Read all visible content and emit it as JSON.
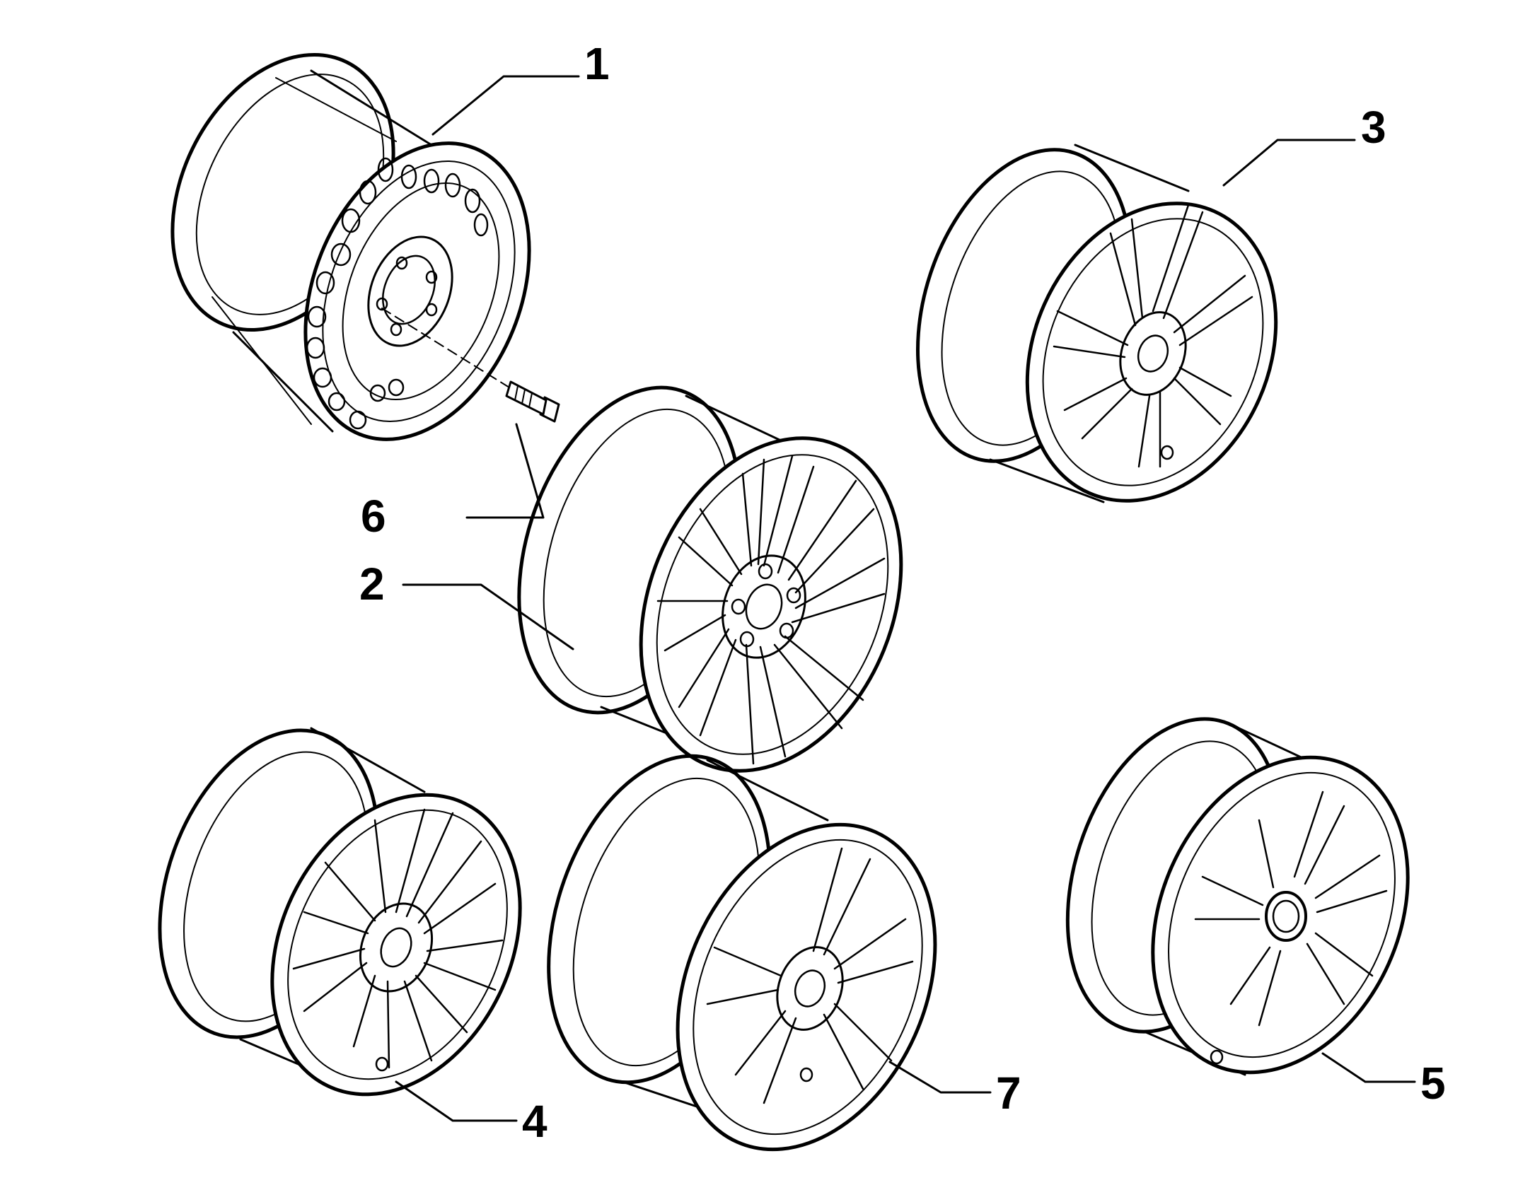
{
  "diagram": {
    "background": "#ffffff",
    "line_color": "#000000",
    "callouts": [
      {
        "number": "1",
        "part": "steel-wheel-rim"
      },
      {
        "number": "2",
        "part": "alloy-wheel-10-spoke"
      },
      {
        "number": "3",
        "part": "alloy-wheel-7-double-spoke"
      },
      {
        "number": "4",
        "part": "alloy-wheel-multi-spoke"
      },
      {
        "number": "5",
        "part": "alloy-wheel-with-hub-cap"
      },
      {
        "number": "6",
        "part": "wheel-bolt"
      },
      {
        "number": "7",
        "part": "alloy-wheel-5-double-spoke"
      }
    ]
  }
}
